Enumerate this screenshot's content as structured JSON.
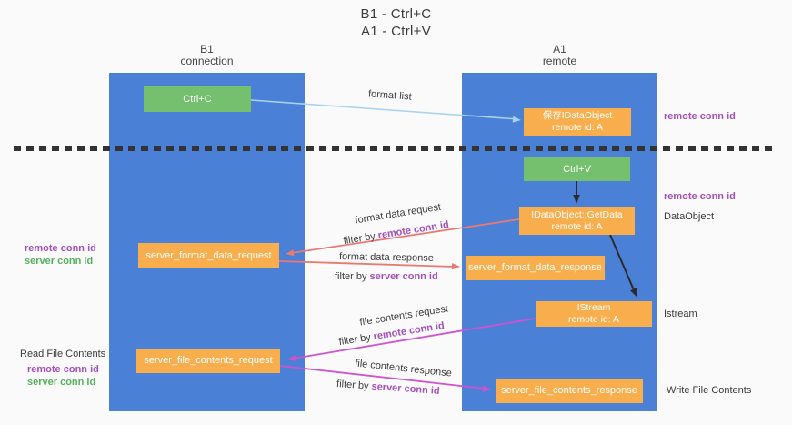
{
  "title": {
    "line1": "B1 - Ctrl+C",
    "line2": "A1 - Ctrl+V"
  },
  "lanes": {
    "left": {
      "title": "B1",
      "subtitle": "connection"
    },
    "right": {
      "title": "A1",
      "subtitle": "remote"
    }
  },
  "nodes": {
    "ctrl_c": {
      "label": "Ctrl+C"
    },
    "ctrl_v": {
      "label": "Ctrl+V"
    },
    "save_dataobject": {
      "line1": "保存IDataObject",
      "line2": "remote id: A"
    },
    "getdata": {
      "line1": "IDataObject::GetData",
      "line2": "remote id: A"
    },
    "istream": {
      "line1": "IStream",
      "line2": "remote id: A"
    },
    "format_request": {
      "label": "server_format_data_request"
    },
    "format_response": {
      "label": "server_format_data_response"
    },
    "file_request": {
      "label": "server_file_contents_request"
    },
    "file_response": {
      "label": "server_file_contents_response"
    }
  },
  "side_labels": {
    "right_remote_conn_id_top": "remote conn id",
    "right_remote_conn_id_mid": "remote conn id",
    "dataobject": "DataObject",
    "istream": "Istream",
    "write_file_contents": "Write File Contents",
    "read_file_contents": "Read File Contents",
    "left_remote_conn_id_top": "remote conn id",
    "left_server_conn_id_top": "server conn id",
    "left_remote_conn_id_bottom": "remote conn id",
    "left_server_conn_id_bottom": "server conn id"
  },
  "arrow_labels": {
    "format_list": "format list",
    "format_data_request": "format data request",
    "filter_1_prefix": "filter by ",
    "filter_1_key": "remote conn id",
    "format_data_response": "format data response",
    "filter_2_prefix": "filter by ",
    "filter_2_key": "server conn id",
    "file_contents_request": "file contents request",
    "filter_3_prefix": "filter by ",
    "filter_3_key": "remote conn id",
    "file_contents_response": "file contents response",
    "filter_4_prefix": "filter by ",
    "filter_4_key": "server conn id"
  },
  "colors": {
    "lane_blue": "#4a80d6",
    "node_green": "#74c06f",
    "node_orange": "#f9ae4e",
    "purple_text": "#a550c0",
    "green_text": "#55b25c",
    "red_arrow": "#e87a72",
    "magenta_arrow": "#cf52ce",
    "light_blue_arrow": "#a9d3f2",
    "black_arrow": "#2b2b2b"
  }
}
